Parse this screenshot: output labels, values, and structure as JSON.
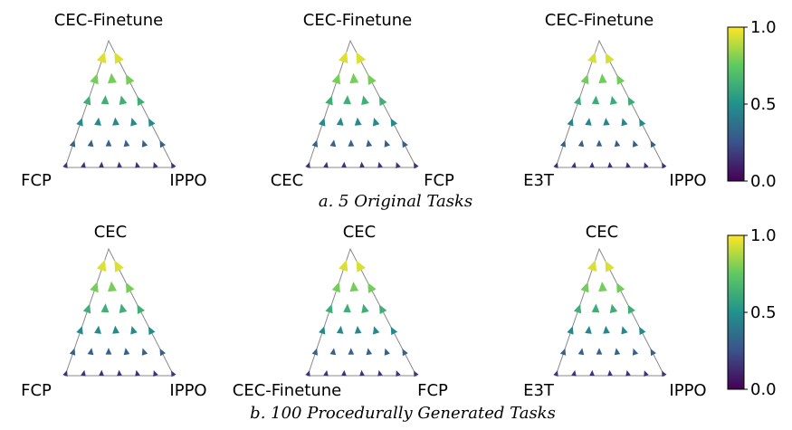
{
  "colormap": {
    "name": "viridis",
    "stops": [
      "#440154",
      "#3b528b",
      "#21918c",
      "#5ec962",
      "#fde725"
    ]
  },
  "captions": {
    "a": "a. 5 Original Tasks",
    "b": "b. 100 Procedurally Generated Tasks"
  },
  "colorbars": [
    {
      "range": [
        0.0,
        1.0
      ],
      "ticks": [
        "1.0",
        "0.5",
        "0.0"
      ]
    },
    {
      "range": [
        0.0,
        1.0
      ],
      "ticks": [
        "1.0",
        "0.5",
        "0.0"
      ]
    }
  ],
  "chart_data": [
    {
      "type": "ternary_quiver",
      "title": "",
      "vertices": {
        "top": "CEC-Finetune",
        "left": "FCP",
        "right": "IPPO"
      },
      "pattern": "top",
      "base_level": 0.55
    },
    {
      "type": "ternary_quiver",
      "title": "",
      "vertices": {
        "top": "CEC-Finetune",
        "left": "CEC",
        "right": "FCP"
      },
      "pattern": "top",
      "base_level": 0.55
    },
    {
      "type": "ternary_quiver",
      "title": "",
      "vertices": {
        "top": "CEC-Finetune",
        "left": "E3T",
        "right": "IPPO"
      },
      "pattern": "top",
      "base_level": 0.45
    },
    {
      "type": "ternary_quiver",
      "title": "",
      "vertices": {
        "top": "CEC",
        "left": "FCP",
        "right": "IPPO"
      },
      "pattern": "top",
      "base_level": 0.55
    },
    {
      "type": "ternary_quiver",
      "title": "",
      "vertices": {
        "top": "CEC",
        "left": "CEC-Finetune",
        "right": "FCP"
      },
      "pattern": "top",
      "base_level": 0.5
    },
    {
      "type": "ternary_quiver",
      "title": "",
      "vertices": {
        "top": "CEC",
        "left": "E3T",
        "right": "IPPO"
      },
      "pattern": "top",
      "base_level": 0.5
    }
  ]
}
